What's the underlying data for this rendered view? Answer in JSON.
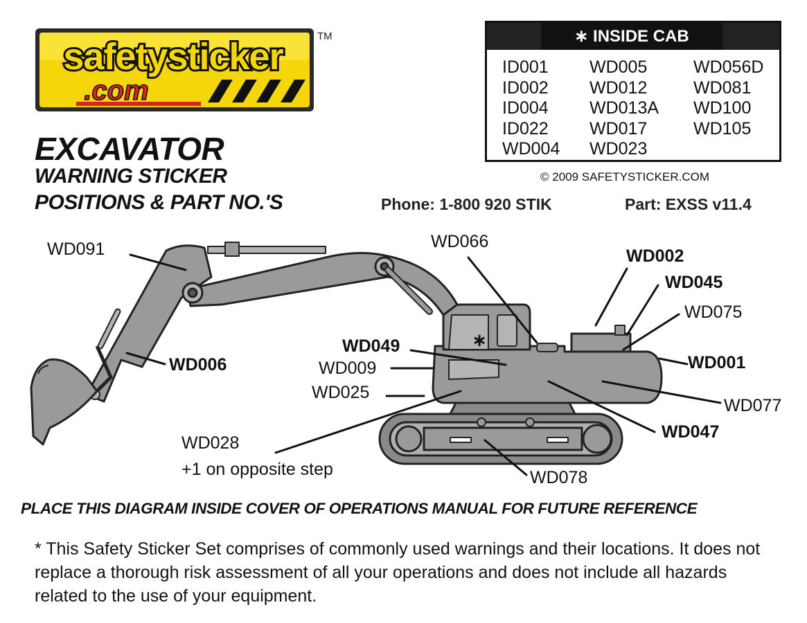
{
  "logo": {
    "line1": "safetysticker",
    "line2": ".com",
    "trademark": "TM"
  },
  "title": {
    "line1": "EXCAVATOR",
    "line2": "WARNING STICKER",
    "line3": "POSITIONS & PART NO.'S"
  },
  "inside_cab": {
    "heading": "∗ INSIDE CAB",
    "col1": [
      "ID001",
      "ID002",
      "ID004",
      "ID022",
      "WD004"
    ],
    "col2": [
      "WD005",
      "WD012",
      "WD013A",
      "WD017",
      "WD023"
    ],
    "col3": [
      "WD056D",
      "WD081",
      "WD100",
      "WD105"
    ]
  },
  "copyright": "© 2009 SAFETYSTICKER.COM",
  "phone": "Phone: 1-800 920 STIK",
  "part": "Part: EXSS v11.4",
  "labels": {
    "wd091": "WD091",
    "wd066": "WD066",
    "wd002": "WD002",
    "wd045": "WD045",
    "wd075": "WD075",
    "wd049": "WD049",
    "wd009": "WD009",
    "wd025": "WD025",
    "wd001": "WD001",
    "wd006": "WD006",
    "wd077": "WD077",
    "wd047": "WD047",
    "wd028": "WD028",
    "wd028_note": "+1 on opposite step",
    "wd078": "WD078",
    "cab_star": "∗"
  },
  "placement_note": "PLACE THIS DIAGRAM INSIDE COVER OF OPERATIONS MANUAL FOR FUTURE REFERENCE",
  "disclaimer": "* This Safety Sticker Set comprises of commonly used warnings and their locations. It does not replace a thorough risk assessment of all your operations and does not include all hazards related to the use of your equipment.",
  "colors": {
    "logo_yellow": "#f5d60a",
    "logo_red": "#d8232a",
    "machine_gray": "#9a9a9a"
  }
}
